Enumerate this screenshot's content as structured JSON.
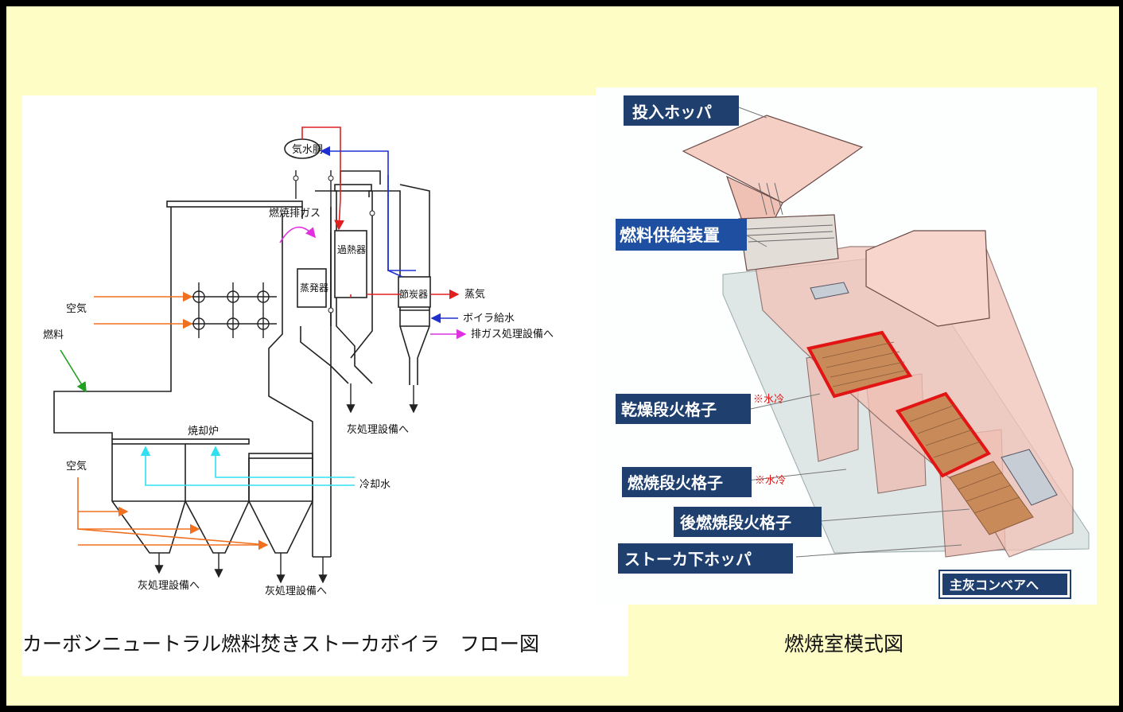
{
  "flow": {
    "caption": "カーボンニュートラル燃料焚きストーカボイラ　フロー図",
    "labels": {
      "drum": "気水胴",
      "flue_gas": "燃焼排ガス",
      "evaporator": "蒸発器",
      "superheater": "過熱器",
      "economizer": "節炭器",
      "steam": "蒸気",
      "feed_water": "ボイラ給水",
      "exhaust_treatment": "排ガス処理設備へ",
      "air_upper": "空気",
      "fuel": "燃料",
      "incinerator": "焼却炉",
      "ash_right": "灰処理設備へ",
      "cooling_water": "冷却水",
      "air_lower": "空気",
      "ash_bottom_left": "灰処理設備へ",
      "ash_bottom_right": "灰処理設備へ"
    },
    "colors": {
      "air": "#f07020",
      "steam": "#e02020",
      "water": "#2030d0",
      "exhaust": "#e030e0",
      "fuel": "#20a020",
      "cooling": "#30e0f0",
      "line": "#222222"
    }
  },
  "chamber": {
    "caption": "燃焼室模式図",
    "labels": {
      "hopper": "投入ホッパ",
      "feeder": "燃料供給装置",
      "drying_grate": "乾燥段火格子",
      "combustion_grate": "燃焼段火格子",
      "after_grate": "後燃焼段火格子",
      "under_hopper": "ストーカ下ホッパ",
      "conveyor": "主灰コンベアへ",
      "water_cooled_1": "※水冷",
      "water_cooled_2": "※水冷"
    },
    "colors": {
      "label_bg": "#1f3f6e",
      "label_bg_feeder": "#1e4fa0",
      "highlight": "#e21414",
      "grate": "#c98a5a",
      "body": "#f2c2b6"
    }
  }
}
